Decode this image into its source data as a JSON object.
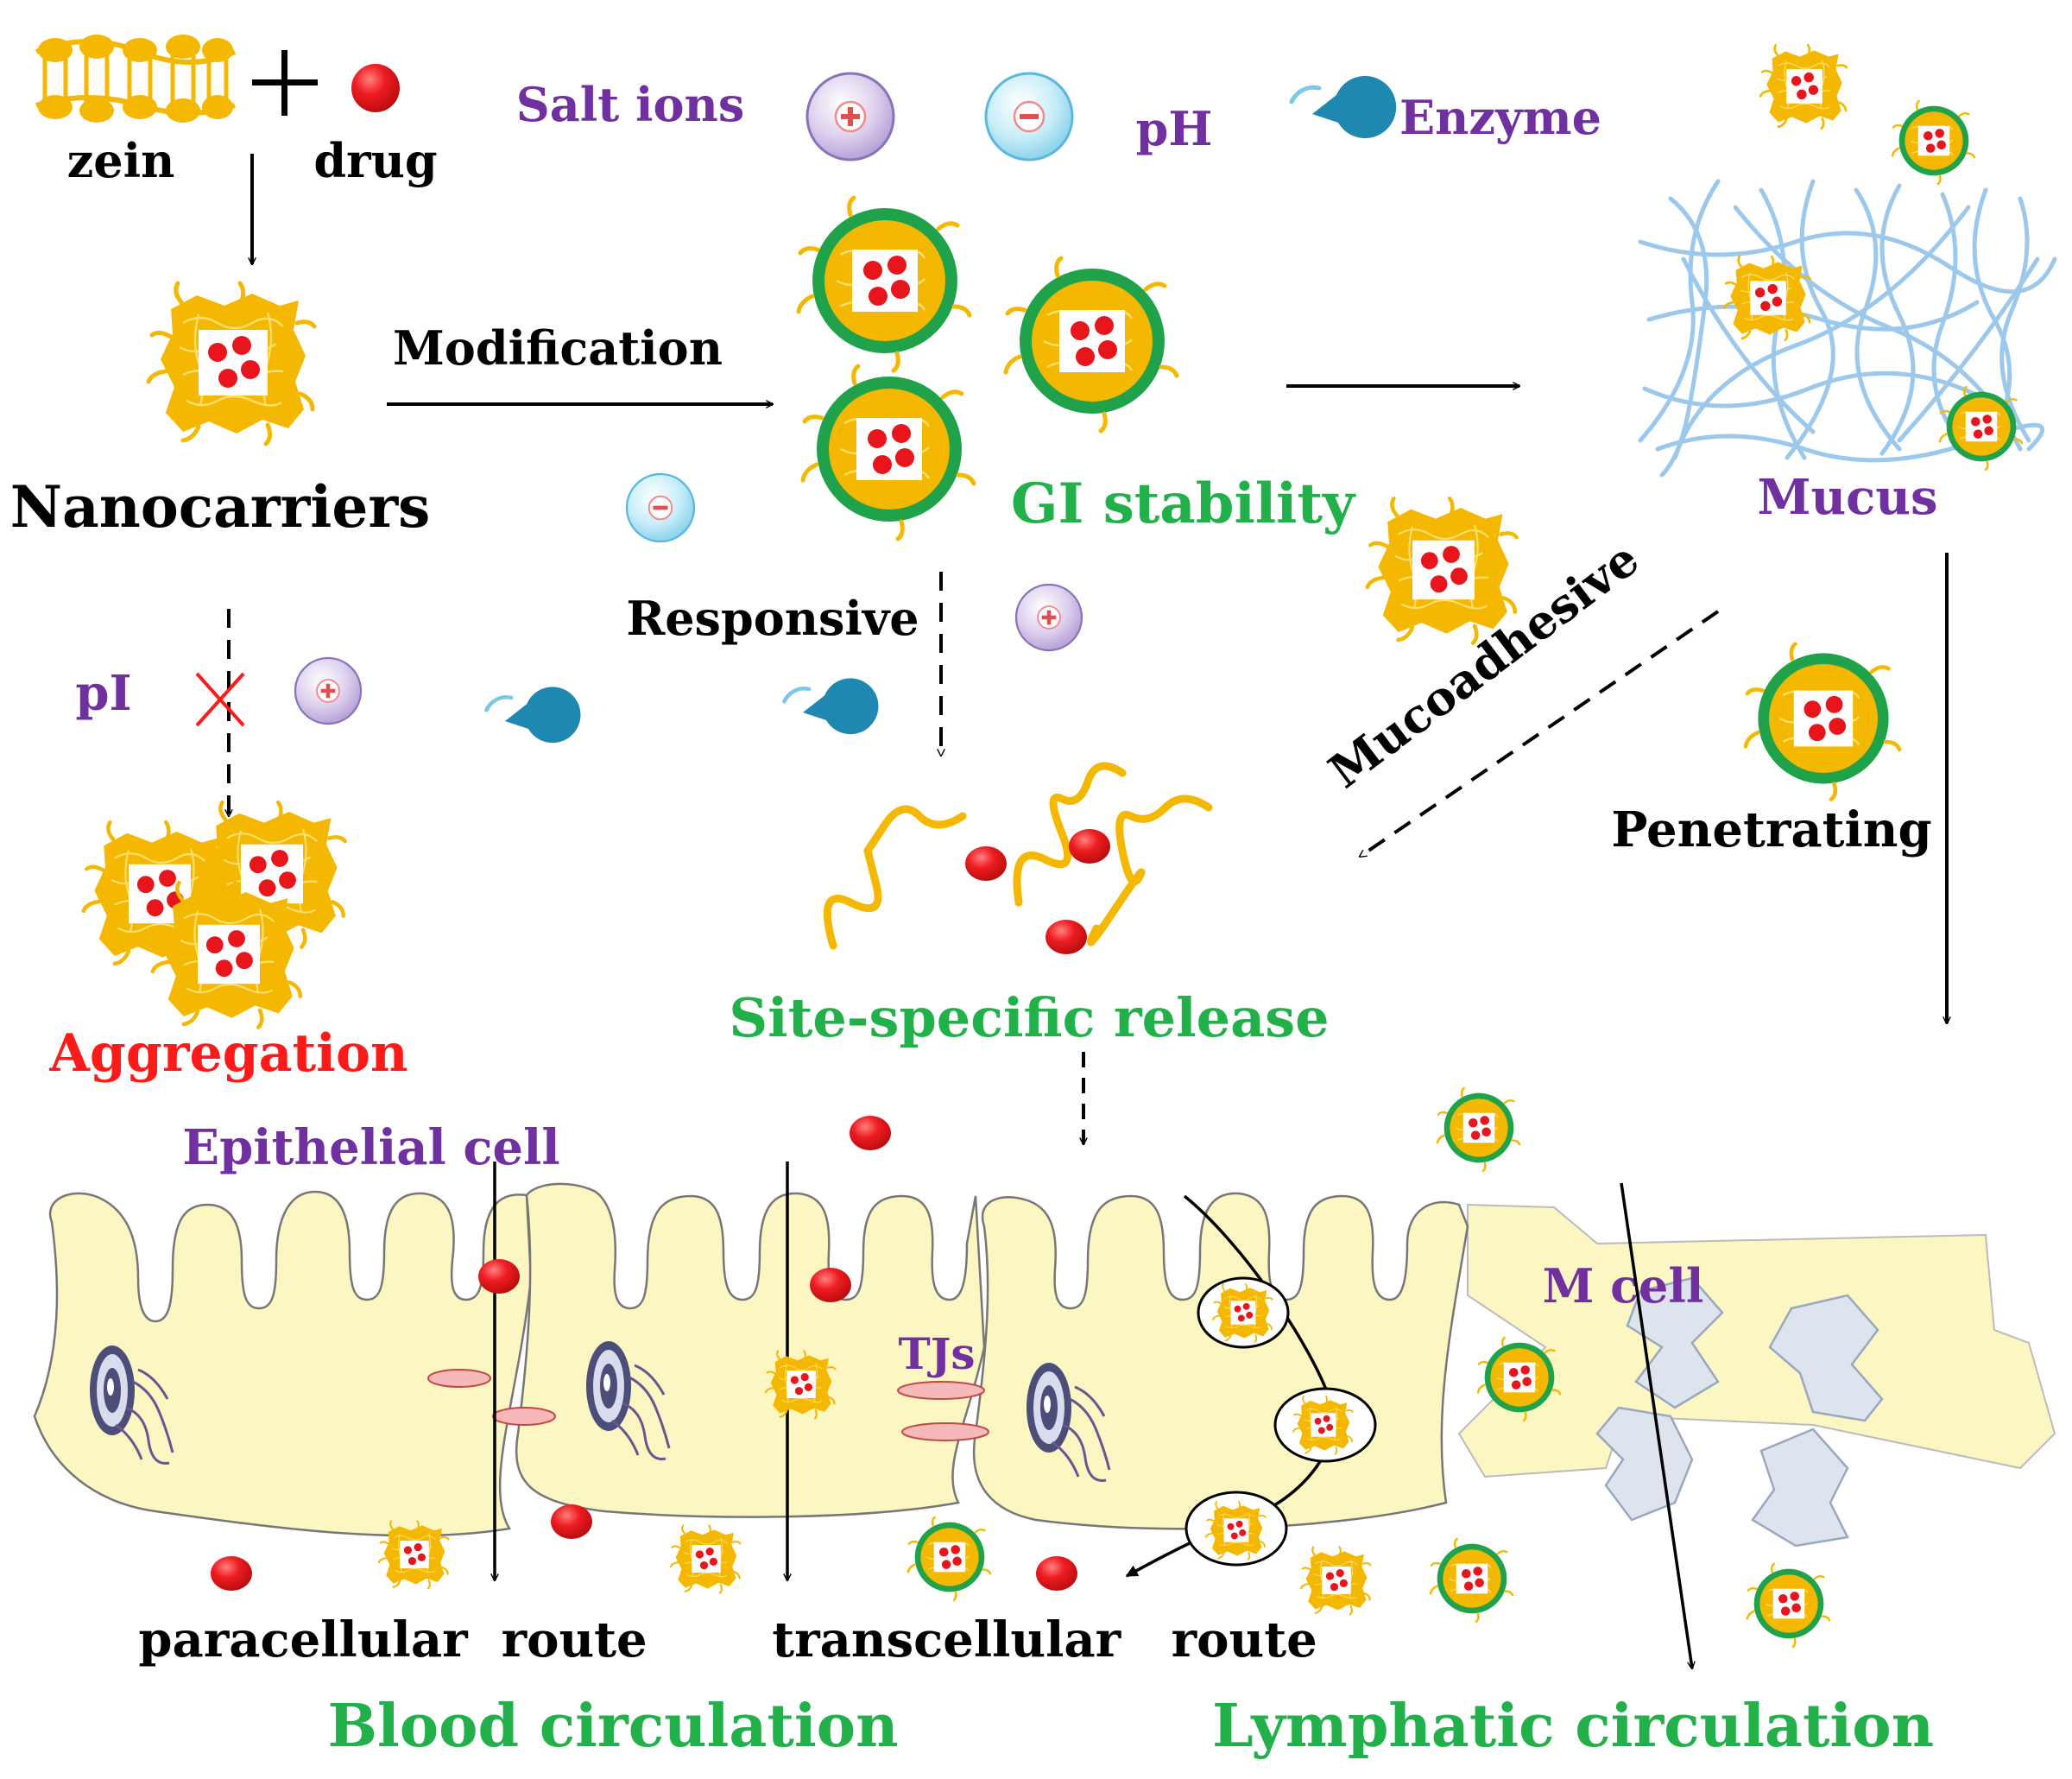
{
  "labels": {
    "zein": "zein",
    "drug": "drug",
    "salt_ions": "Salt ions",
    "ph": "pH",
    "enzyme": "Enzyme",
    "modification": "Modification",
    "nanocarriers": "Nanocarriers",
    "gi_stability": "GI stability",
    "mucus": "Mucus",
    "responsive": "Responsive",
    "mucoadhesive": "Mucoadhesive",
    "pi": "pI",
    "penetrating": "Penetrating",
    "aggregation": "Aggregation",
    "site_specific_release": "Site-specific release",
    "epithelial_cell": "Epithelial cell",
    "m_cell": "M cell",
    "tjs": "TJs",
    "paracellular_route": "paracellular  route",
    "transcellular_route": "transcellular   route",
    "blood_circulation": "Blood circulation",
    "lymphatic_circulation": "Lymphatic circulation"
  },
  "colors": {
    "zein_yellow": "#f5b800",
    "drug_red": "#e8161c",
    "coating_green": "#1fa24a",
    "label_purple": "#7030a0",
    "label_green": "#22b04b",
    "label_red": "#ff1a1a",
    "cell_fill": "#fbf6c2",
    "mucus_blue": "#9cc8ec",
    "enzyme_blue": "#1e88b0"
  },
  "icons": {
    "zein": "zein-bilayer-icon",
    "drug": "drug-dot-icon",
    "cation": "plus-ion-icon",
    "anion": "minus-ion-icon",
    "enzyme": "enzyme-pacman-icon",
    "nucleus": "nucleus-icon",
    "blocked": "cross-mark-icon"
  }
}
